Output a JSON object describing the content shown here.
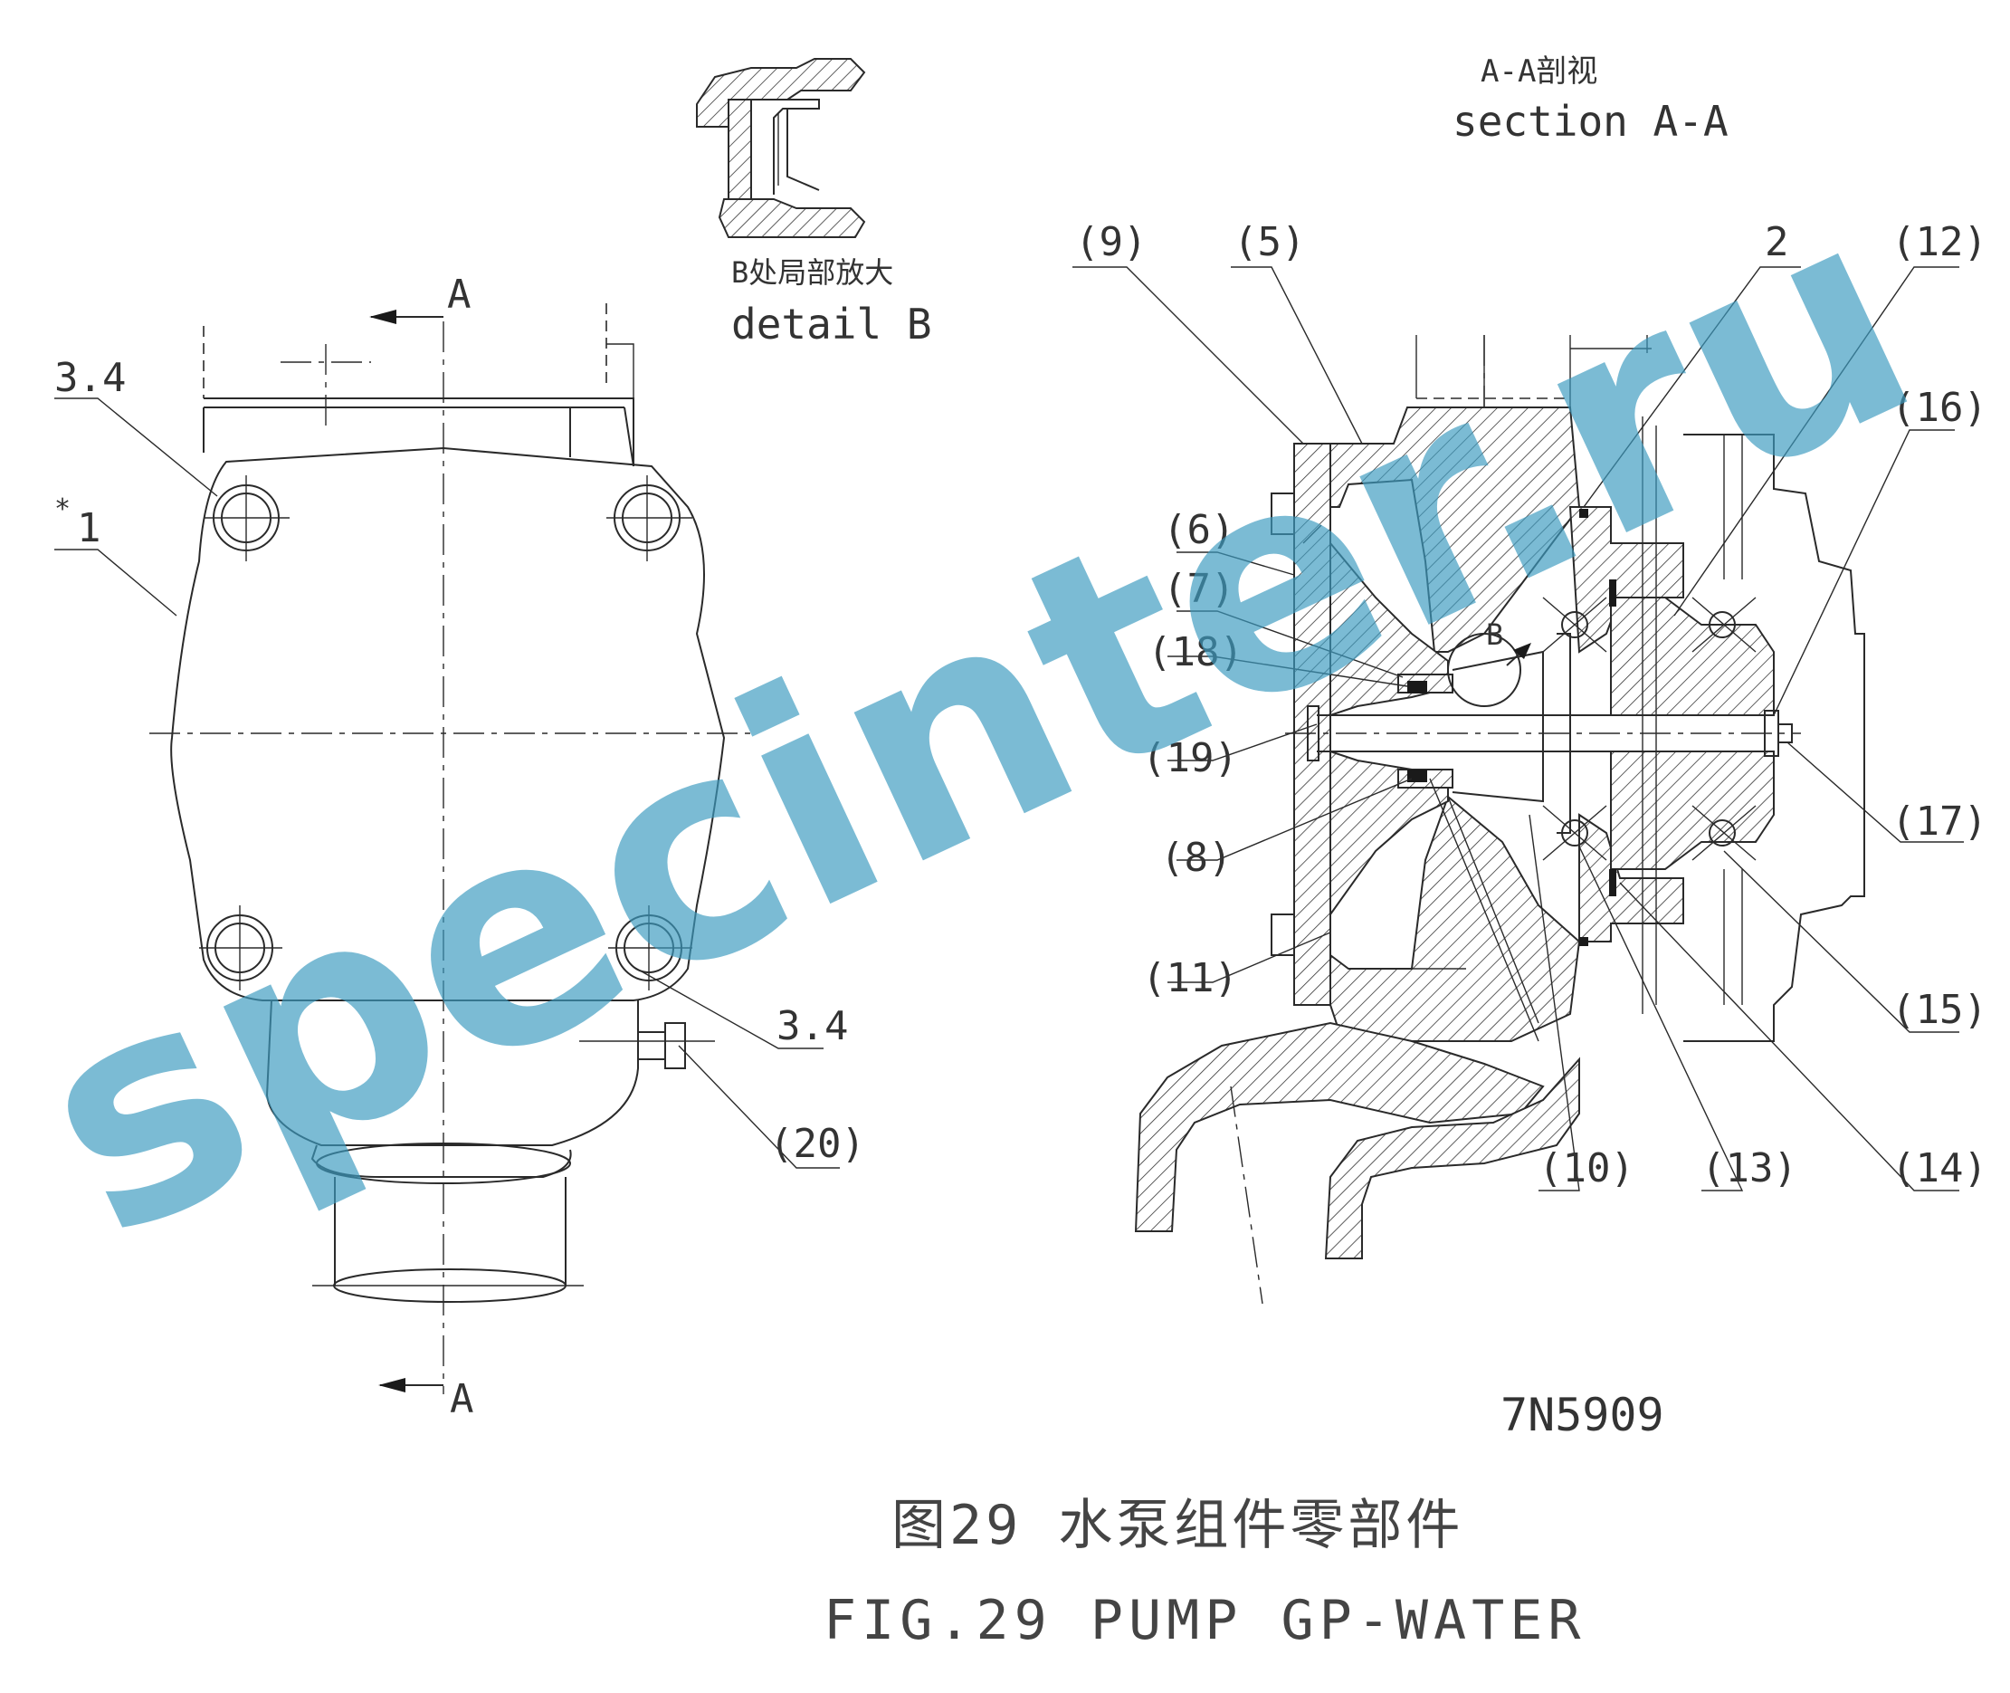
{
  "watermark": "specinter.ru",
  "drawing_number": "7N5909",
  "caption": {
    "cn": "图29  水泵组件零部件",
    "en": "FIG.29  PUMP GP-WATER"
  },
  "views": {
    "section_title_cn": "A-A剖视",
    "section_title_en": "section  A-A",
    "detail_title_cn": "B处局部放大",
    "detail_title_en": "detail  B",
    "cut_mark_top": "A",
    "cut_mark_bottom": "A",
    "detail_mark": "B"
  },
  "callouts": {
    "c_3_4_top": "3.4",
    "c_1": "1",
    "c_1_star": "*",
    "c_3_4_bottom": "3.4",
    "c_20": "(20)",
    "c_9": "(9)",
    "c_5": "(5)",
    "c_2": "2",
    "c_12": "(12)",
    "c_16": "(16)",
    "c_6": "(6)",
    "c_7": "(7)",
    "c_18": "(18)",
    "c_19": "(19)",
    "c_8": "(8)",
    "c_11": "(11)",
    "c_17": "(17)",
    "c_15": "(15)",
    "c_10": "(10)",
    "c_13": "(13)",
    "c_14": "(14)"
  }
}
